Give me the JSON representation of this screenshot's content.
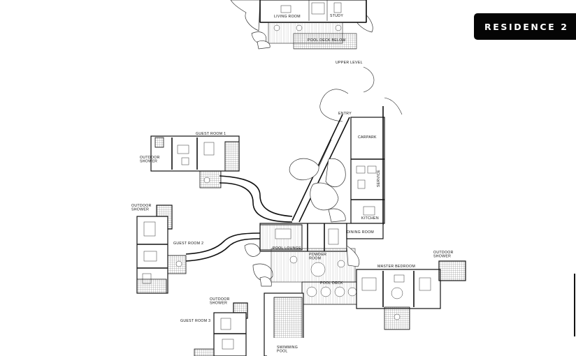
{
  "badge": {
    "label": "RESIDENCE 2"
  },
  "labels": {
    "living_room": "LIVING ROOM",
    "study": "STUDY",
    "pool_deck_below": "POOL DECK BELOW",
    "upper_level": "UPPER LEVEL",
    "entry": "ENTRY",
    "carpark": "CARPARK",
    "service": "SERVICE",
    "kitchen": "KITCHEN",
    "guest_room_1": "GUEST ROOM 1",
    "outdoor_shower_1": "OUTDOOR\nSHOWER",
    "outdoor_shower_2": "OUTDOOR\nSHOWER",
    "guest_room_2": "GUEST ROOM 2",
    "pool_lounge": "POOL LOUNGE",
    "dining_room": "DINING ROOM",
    "powder_room": "POWDER\nROOM",
    "master_bedroom": "MASTER BEDROOM",
    "outdoor_shower_master": "OUTDOOR\nSHOWER",
    "pool_deck": "POOL DECK",
    "outdoor_shower_3": "OUTDOOR\nSHOWER",
    "guest_room_3": "GUEST ROOM 3",
    "swimming_pool": "SWIMMING\nPOOL"
  }
}
